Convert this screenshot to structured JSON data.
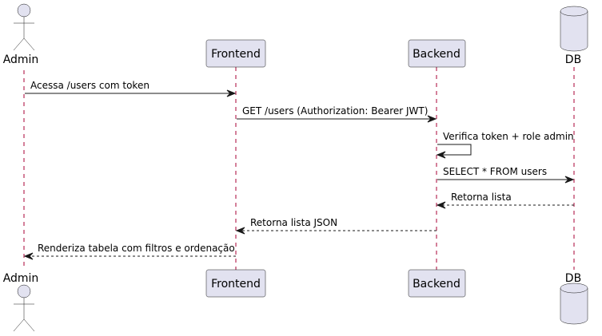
{
  "participants": [
    {
      "id": "admin",
      "label": "Admin",
      "kind": "actor"
    },
    {
      "id": "frontend",
      "label": "Frontend",
      "kind": "participant"
    },
    {
      "id": "backend",
      "label": "Backend",
      "kind": "participant"
    },
    {
      "id": "db",
      "label": "DB",
      "kind": "database"
    }
  ],
  "messages": [
    {
      "from": "admin",
      "to": "frontend",
      "text": "Acessa /users com token",
      "style": "solid"
    },
    {
      "from": "frontend",
      "to": "backend",
      "text": "GET /users (Authorization: Bearer JWT)",
      "style": "solid"
    },
    {
      "from": "backend",
      "to": "backend",
      "text": "Verifica token + role admin",
      "style": "solid"
    },
    {
      "from": "backend",
      "to": "db",
      "text": "SELECT * FROM users",
      "style": "solid"
    },
    {
      "from": "db",
      "to": "backend",
      "text": "Retorna lista",
      "style": "dashed"
    },
    {
      "from": "backend",
      "to": "frontend",
      "text": "Retorna lista JSON",
      "style": "dashed"
    },
    {
      "from": "frontend",
      "to": "admin",
      "text": "Renderiza tabela com filtros e ordenação",
      "style": "dashed"
    }
  ],
  "colors": {
    "participant_fill": "#e2e2f0",
    "stroke": "#181818",
    "lifeline": "#a80036"
  }
}
